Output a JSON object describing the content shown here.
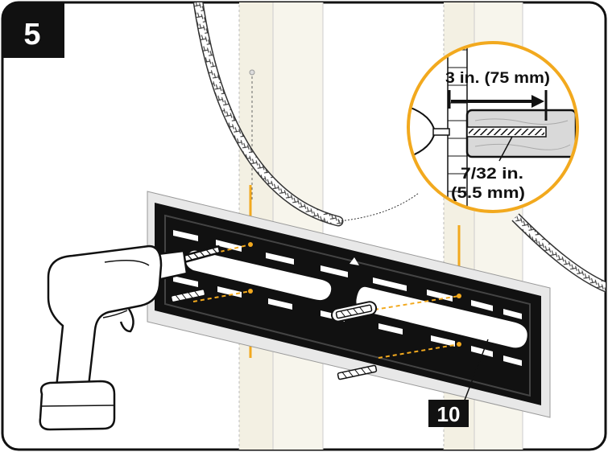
{
  "step": {
    "number": "5"
  },
  "inset": {
    "depth_label": "3 in. (75 mm)",
    "bit_label_line1": "7/32 in.",
    "bit_label_line2": "(5.5 mm)"
  },
  "part": {
    "number": "10"
  },
  "colors": {
    "accent": "#F2A91E",
    "frame": "#111111",
    "plate": "#111111",
    "stud": "#F3F0E3",
    "drill_body": "#FFFFFF",
    "wood": "#D9D9D9"
  },
  "icons": [
    "drill-icon",
    "wall-plate-icon",
    "lag-bolt-icon",
    "wall-anchor-icon",
    "magnify-inset-icon",
    "cable-icon"
  ]
}
